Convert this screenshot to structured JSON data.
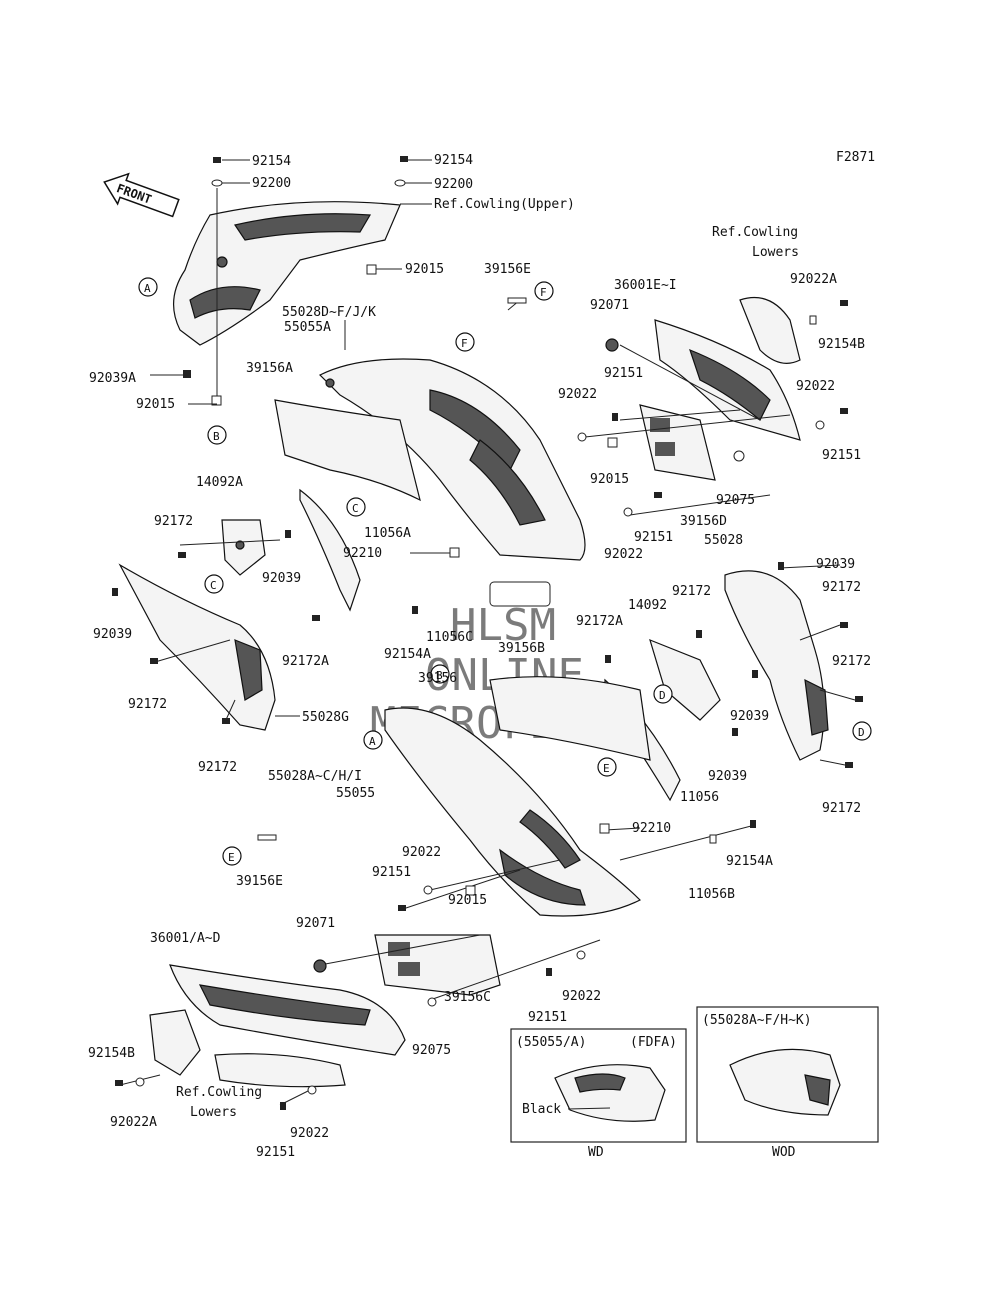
{
  "figure_code": "F2871",
  "front_label": "FRONT",
  "watermark": [
    "HLSM",
    "ONLINE",
    "MICROFICHE"
  ],
  "circle_markers": [
    "A",
    "B",
    "C",
    "D",
    "E",
    "F"
  ],
  "labels": {
    "l92154_top_left": "92154",
    "l92200_top_left": "92200",
    "l92154_top_mid": "92154",
    "l92200_top_mid": "92200",
    "ref_cowling_upper": "Ref.Cowling(Upper)",
    "l92015_a": "92015",
    "l39156E_top": "39156E",
    "l55028D": "55028D~F/J/K",
    "l55055A": "55055A",
    "l92039A": "92039A",
    "l92015_b": "92015",
    "l39156A": "39156A",
    "l36001E": "36001E~I",
    "l92071_top": "92071",
    "ref_cowling_lowers_top_1": "Ref.Cowling",
    "ref_cowling_lowers_top_2": "Lowers",
    "l92022A_top": "92022A",
    "l92154B_top": "92154B",
    "l92022_r": "92022",
    "l92151_r": "92151",
    "l92151_mid": "92151",
    "l92022_mid": "92022",
    "l92015_mid": "92015",
    "l92075_top": "92075",
    "l39156D": "39156D",
    "l92151_mid2": "92151",
    "l92022_mid2": "92022",
    "l14092A": "14092A",
    "l92172_l1": "92172",
    "l11056A": "11056A",
    "l92210_top": "92210",
    "l92039_l1": "92039",
    "l92039_l2": "92039",
    "l92172A_l": "92172A",
    "l92172_l2": "92172",
    "l55028G": "55028G",
    "l92172_l3": "92172",
    "l92154A_l": "92154A",
    "l11056C": "11056C",
    "l39156B": "39156B",
    "l92172A_mid": "92172A",
    "l39156": "39156",
    "l55028_r": "55028",
    "l92039_r1": "92039",
    "l92172_r1": "92172",
    "l14092": "14092",
    "l92172_r2": "92172",
    "l92172_r3": "92172",
    "l92039_r2": "92039",
    "l92039_r3": "92039",
    "l11056": "11056",
    "l92172_r4": "92172",
    "l55028A": "55028A~C/H/I",
    "l55055": "55055",
    "l92210_low": "92210",
    "l92154A_low": "92154A",
    "l11056B": "11056B",
    "l92022_low1": "92022",
    "l92151_low1": "92151",
    "l92015_low": "92015",
    "l39156E_low": "39156E",
    "l36001": "36001/A~D",
    "l92071_low": "92071",
    "l92022_low2": "92022",
    "l92151_low2": "92151",
    "l39156C": "39156C",
    "l92075_low": "92075",
    "l92154B_low": "92154B",
    "ref_cowling_lowers_low_1": "Ref.Cowling",
    "ref_cowling_lowers_low_2": "Lowers",
    "l92022A_low": "92022A",
    "l92022_low3": "92022",
    "l92151_low3": "92151"
  },
  "inset_wd": {
    "header_part": "(55055/A)",
    "header_code": "(FDFA)",
    "callout": "Black",
    "caption": "WD"
  },
  "inset_wod": {
    "header_part": "(55028A~F/H~K)",
    "caption": "WOD"
  }
}
